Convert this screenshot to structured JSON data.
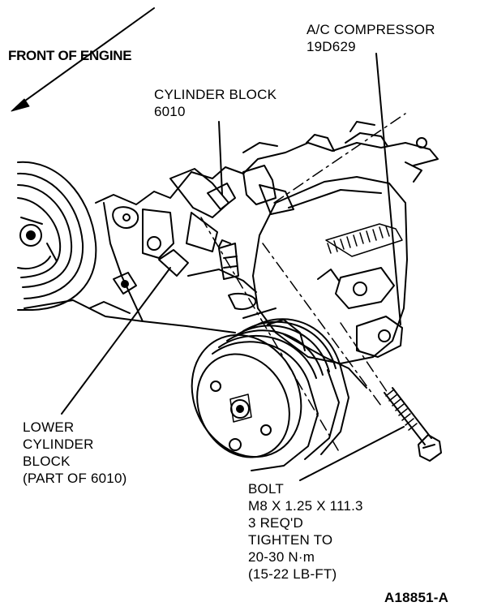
{
  "labels": {
    "front_of_engine": "FRONT OF ENGINE",
    "ac_compressor": {
      "name": "A/C COMPRESSOR",
      "part": "19D629"
    },
    "cylinder_block": {
      "name": "CYLINDER BLOCK",
      "part": "6010"
    },
    "lower_cylinder_block": [
      "LOWER",
      "CYLINDER",
      "BLOCK",
      "(PART OF 6010)"
    ],
    "bolt": [
      "BOLT",
      "M8 X 1.25 X 111.3",
      "3 REQ'D",
      "TIGHTEN TO",
      "20-30 N·m",
      "(15-22 LB-FT)"
    ],
    "figure_id": "A18851-A"
  },
  "colors": {
    "ink": "#000000",
    "paper": "#ffffff"
  }
}
